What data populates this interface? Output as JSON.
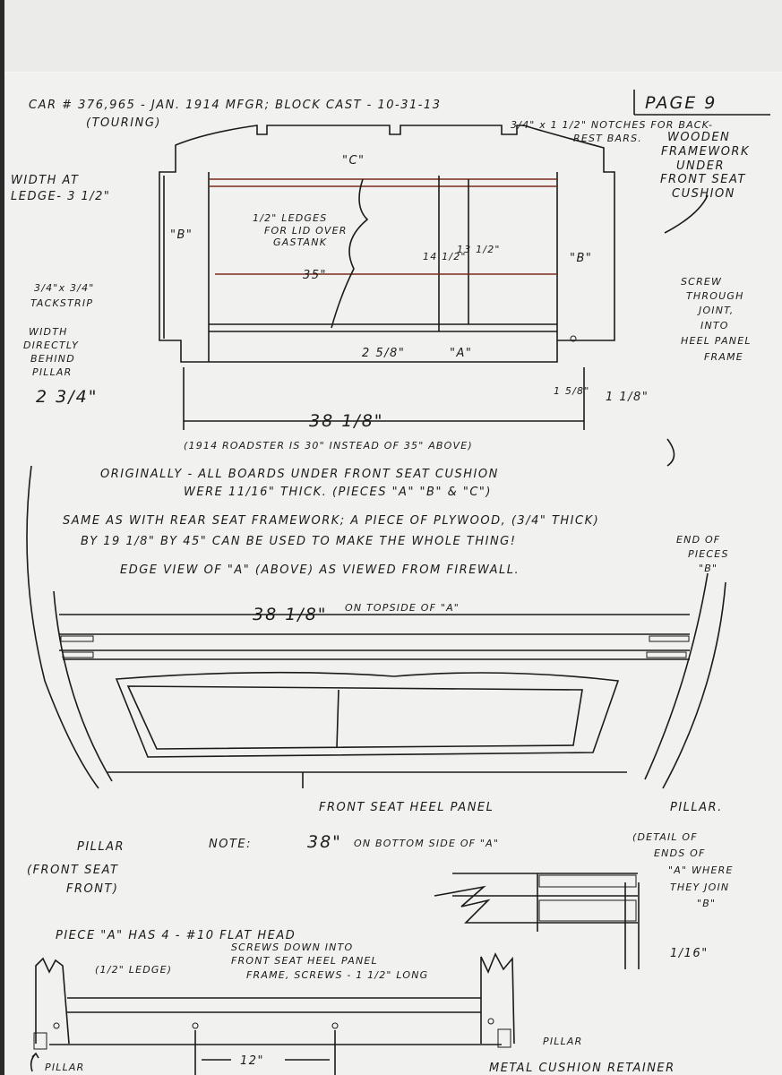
{
  "header": {
    "title": "CAR # 376,965 - JAN. 1914 MFGR; BLOCK CAST - 10-31-13",
    "subtitle": "(TOURING)",
    "page": "PAGE 9"
  },
  "top_diagram": {
    "notches_note_1": "3/4\" x 1 1/2\" NOTCHES FOR BACK-",
    "notches_note_2": "REST BARS.",
    "title": [
      "WOODEN",
      "FRAMEWORK",
      "UNDER",
      "FRONT SEAT",
      "CUSHION"
    ],
    "label_c": "\"C\"",
    "label_b_left": "\"B\"",
    "label_b_right": "\"B\"",
    "label_a": "\"A\"",
    "width_ledge": [
      "WIDTH AT",
      "LEDGE- 3 1/2\""
    ],
    "ledges": [
      "1/2\" LEDGES",
      "FOR LID OVER",
      "GASTANK"
    ],
    "tackstrip": [
      "3/4\"x 3/4\"",
      "TACKSTRIP"
    ],
    "width_pillar": [
      "WIDTH",
      "DIRECTLY",
      "BEHIND",
      "PILLAR"
    ],
    "width_pillar_value": "2 3/4\"",
    "dim_35": "35\"",
    "dim_14_5": "14 1/2\"",
    "dim_13_5": "13 1/2\"",
    "dim_2_5_8": "2 5/8\"",
    "dim_1_5_8": "1 5/8\"",
    "dim_1_1_8": "1 1/8\"",
    "dim_38_1_8": "38 1/8\"",
    "screw_note": [
      "SCREW",
      "THROUGH",
      "JOINT,",
      "INTO",
      "HEEL PANEL",
      "FRAME"
    ],
    "roadster_note": "(1914 ROADSTER IS 30\" INSTEAD OF 35\" ABOVE)"
  },
  "notes": {
    "originally_1": "ORIGINALLY - ALL BOARDS UNDER FRONT SEAT CUSHION",
    "originally_2": "WERE 11/16\" THICK. (PIECES \"A\" \"B\" & \"C\")",
    "plywood_1": "SAME AS WITH REAR SEAT FRAMEWORK; A PIECE OF PLYWOOD, (3/4\" THICK)",
    "plywood_2": "BY 19 1/8\" BY 45\" CAN BE USED TO MAKE THE WHOLE THING!",
    "edge_view": "EDGE VIEW OF \"A\" (ABOVE) AS VIEWED FROM FIREWALL.",
    "end_of_pieces": [
      "END OF",
      "PIECES",
      "\"B\""
    ]
  },
  "edge_diagram": {
    "dim_top": "38 1/8\"",
    "dim_top_note": "ON TOPSIDE OF \"A\"",
    "heel_panel": "FRONT SEAT HEEL PANEL",
    "pillar_right": "PILLAR.",
    "pillar_left": [
      "PILLAR",
      "(FRONT SEAT",
      "FRONT)"
    ],
    "note_label": "NOTE:",
    "note_value": "38\"",
    "note_text": "ON BOTTOM SIDE OF \"A\"",
    "detail": [
      "(DETAIL OF",
      "ENDS OF",
      "\"A\" WHERE",
      "THEY JOIN",
      "\"B\""
    ],
    "dim_1_16": "1/16\""
  },
  "bottom_diagram": {
    "piece_a": "PIECE \"A\" HAS 4 - #10 FLAT HEAD",
    "screws_1": "SCREWS DOWN INTO",
    "screws_2": "FRONT SEAT HEEL PANEL",
    "screws_3": "FRAME, SCREWS - 1 1/2\" LONG",
    "ledge": "(1/2\" LEDGE)",
    "pillar_right": "PILLAR",
    "pillar_left": "PILLAR",
    "dim_12": "12\"",
    "retainer": "METAL CUSHION RETAINER"
  }
}
